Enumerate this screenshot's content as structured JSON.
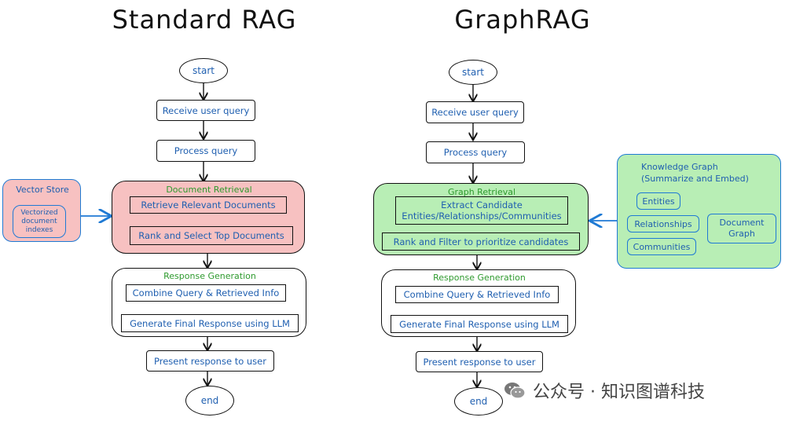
{
  "left": {
    "title": "Standard RAG",
    "start": "start",
    "receive": "Receive user query",
    "process": "Process query",
    "retrieval": {
      "title": "Document Retrieval",
      "step1": "Retrieve Relevant Documents",
      "step2": "Rank and Select Top Documents"
    },
    "generation": {
      "title": "Response Generation",
      "step1": "Combine Query & Retrieved Info",
      "step2": "Generate Final Response using LLM"
    },
    "present": "Present response to user",
    "end": "end",
    "store": {
      "title": "Vector Store",
      "item": "Vectorized document indexes"
    }
  },
  "right": {
    "title": "GraphRAG",
    "start": "start",
    "receive": "Receive user query",
    "process": "Process query",
    "retrieval": {
      "title": "Graph Retrieval",
      "step1": "Extract Candidate Entities/Relationships/Communities",
      "step2": "Rank and Filter to prioritize candidates"
    },
    "generation": {
      "title": "Response Generation",
      "step1": "Combine Query & Retrieved Info",
      "step2": "Generate Final Response using LLM"
    },
    "present": "Present response to user",
    "end": "end",
    "kg": {
      "title": "Knowledge Graph (Summarize and Embed)",
      "entities": "Entities",
      "relationships": "Relationships",
      "communities": "Communities",
      "document_graph": "Document Graph"
    }
  },
  "watermark": "公众号 · 知识图谱科技",
  "colors": {
    "text_blue": "#1f5fb0",
    "group_title_green": "#2e9a2e",
    "red_fill": "#f7c1c1",
    "green_fill": "#b8eeb5",
    "side_border_blue": "#1f7ad4"
  }
}
